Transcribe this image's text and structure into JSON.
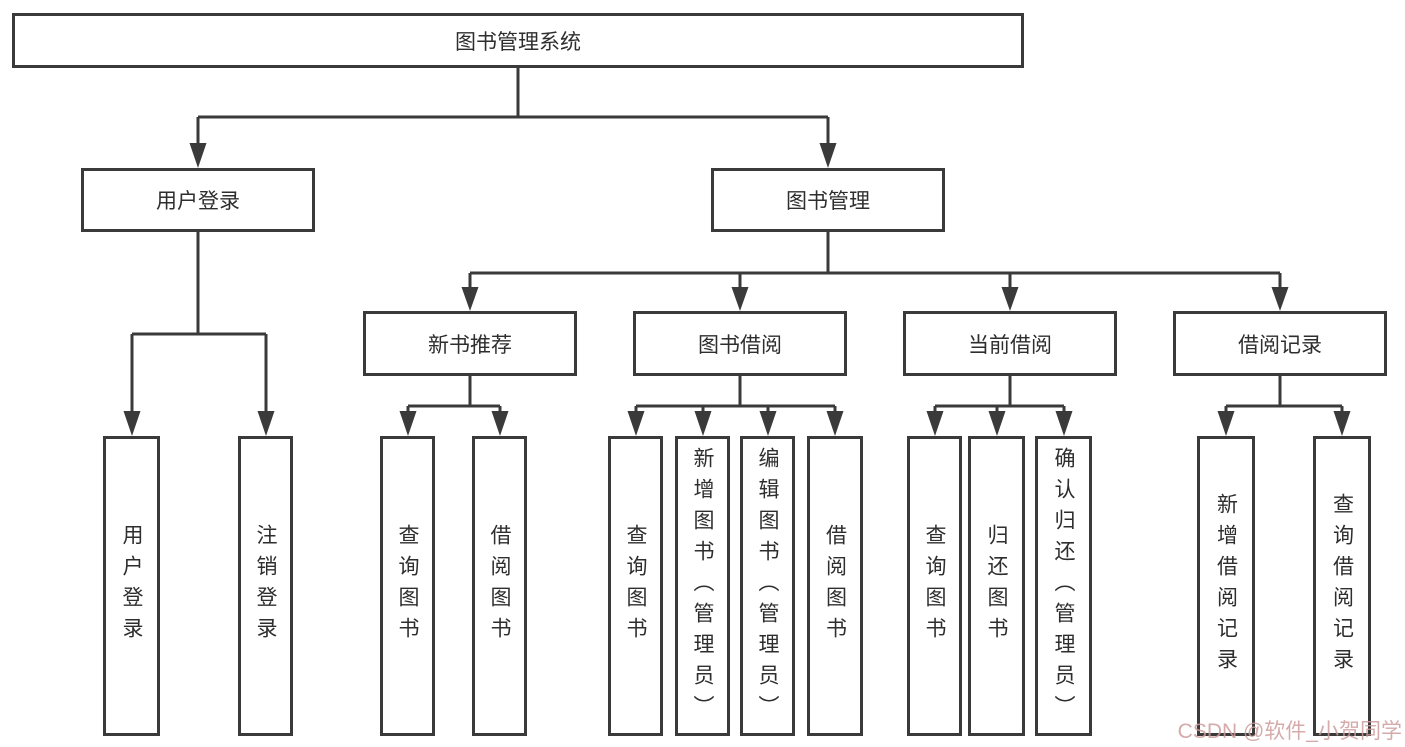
{
  "diagram_type": "hierarchy-tree",
  "colors": {
    "line": "#3a3a3a",
    "box_border": "#3a3a3a",
    "text": "#2e2e2e",
    "background": "#ffffff",
    "watermark": "#cd9b9b"
  },
  "tree": {
    "label": "图书管理系统",
    "children": [
      {
        "label": "用户登录",
        "children": [
          {
            "label": "用户登录"
          },
          {
            "label": "注销登录"
          }
        ]
      },
      {
        "label": "图书管理",
        "children": [
          {
            "label": "新书推荐",
            "children": [
              {
                "label": "查询图书"
              },
              {
                "label": "借阅图书"
              }
            ]
          },
          {
            "label": "图书借阅",
            "children": [
              {
                "label": "查询图书"
              },
              {
                "label": "新增图书（管理员）"
              },
              {
                "label": "编辑图书（管理员）"
              },
              {
                "label": "借阅图书"
              }
            ]
          },
          {
            "label": "当前借阅",
            "children": [
              {
                "label": "查询图书"
              },
              {
                "label": "归还图书"
              },
              {
                "label": "确认归还（管理员）"
              }
            ]
          },
          {
            "label": "借阅记录",
            "children": [
              {
                "label": "新增借阅记录"
              },
              {
                "label": "查询借阅记录"
              }
            ]
          }
        ]
      }
    ]
  },
  "watermark": {
    "text": "CSDN @软件_小贺同学"
  }
}
